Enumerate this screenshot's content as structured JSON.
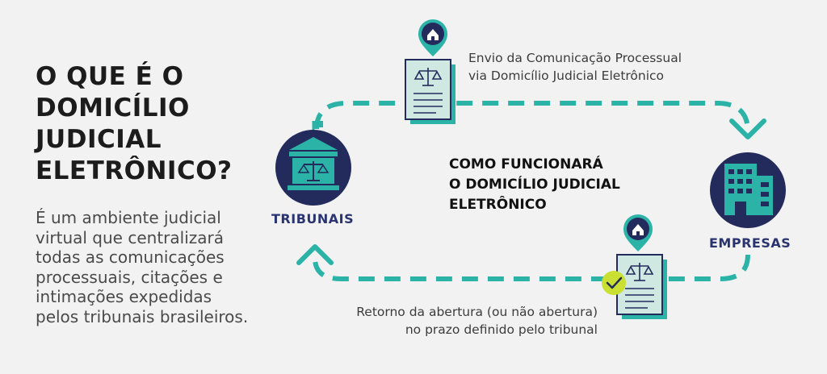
{
  "heading": {
    "lines": [
      "O QUE É O",
      "DOMICÍLIO",
      "JUDICIAL",
      "ELETRÔNICO?"
    ]
  },
  "description": {
    "lines": [
      "É um ambiente judicial",
      "virtual que centralizará",
      "todas as comunicações",
      "processuais, citações e",
      "intimações expedidas",
      "pelos tribunais brasileiros."
    ]
  },
  "diagram": {
    "left_node": "TRIBUNAIS",
    "right_node": "EMPRESAS",
    "center_title": [
      "COMO FUNCIONARÁ",
      "O DOMICÍLIO JUDICIAL",
      "ELETRÔNICO"
    ],
    "top_caption": [
      "Envio da Comunicação Processual",
      "via Domicílio Judicial Eletrônico"
    ],
    "bottom_caption": [
      "Retorno da abertura (ou não abertura)",
      "no prazo definido pelo tribunal"
    ]
  },
  "colors": {
    "navy": "#232a5c",
    "teal": "#2bb3a8",
    "doc_fill": "#cfe8e2",
    "check": "#c9e033"
  }
}
